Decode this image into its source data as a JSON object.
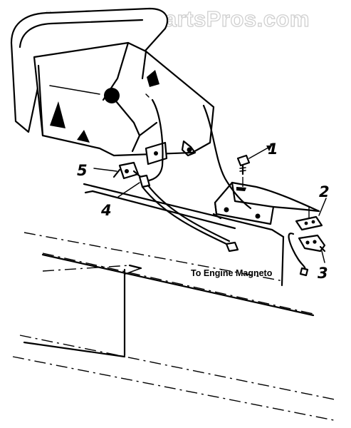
{
  "watermark": "AppliancePartsPros.com",
  "annotation": "To Engine Magneto",
  "callouts": [
    {
      "label": "1"
    },
    {
      "label": "2"
    },
    {
      "label": "3"
    },
    {
      "label": "4"
    },
    {
      "label": "5"
    }
  ]
}
